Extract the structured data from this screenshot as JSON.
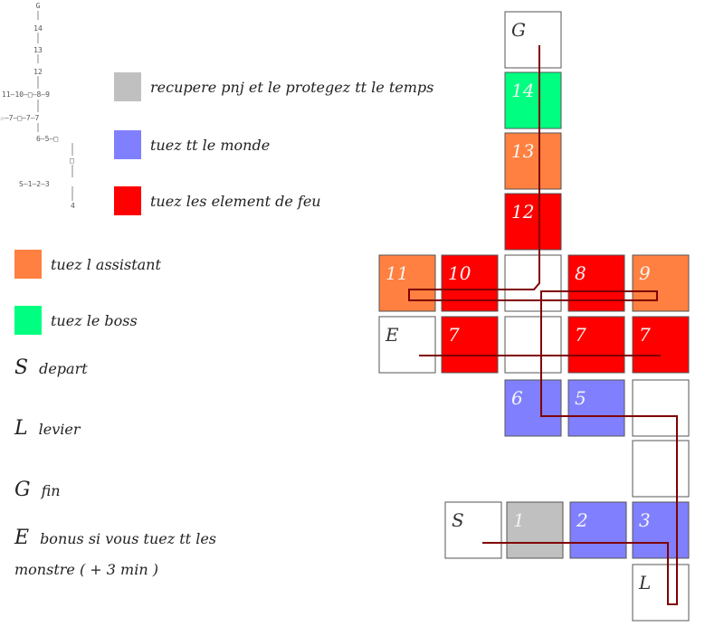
{
  "schema": {
    "labels": [
      "G",
      "14",
      "13",
      "12",
      "11—10—□—8—9",
      "☆—7—□—7—7",
      "6—5—□",
      "□",
      "S—1—2—3",
      "4"
    ]
  },
  "legend": [
    {
      "color": "#c0c0c0",
      "text": "recupere pnj et le protegez tt le temps"
    },
    {
      "color": "#8080ff",
      "text": "tuez tt le monde"
    },
    {
      "color": "#ff0000",
      "text": "tuez les element de feu"
    },
    {
      "color": "#ff8040",
      "text": "tuez l assistant"
    },
    {
      "color": "#00ff80",
      "text": "tuez le boss"
    }
  ],
  "symbols": [
    {
      "letter": "S",
      "text": "depart"
    },
    {
      "letter": "L",
      "text": "levier"
    },
    {
      "letter": "G",
      "text": "fin"
    },
    {
      "letter": "E",
      "text": "bonus si vous tuez tt les"
    },
    {
      "letter": "",
      "text": "monstre ( + 3 min )"
    }
  ],
  "map": {
    "colors": {
      "gray": "#c0c0c0",
      "blue": "#8080ff",
      "red": "#ff0000",
      "orange": "#ff8040",
      "green": "#00ff80",
      "white": "#ffffff",
      "path": "#800000"
    },
    "cells": [
      {
        "label": "G",
        "fill": "white"
      },
      {
        "label": "14",
        "fill": "green"
      },
      {
        "label": "13",
        "fill": "orange"
      },
      {
        "label": "12",
        "fill": "red"
      },
      {
        "label": "11",
        "fill": "orange"
      },
      {
        "label": "10",
        "fill": "red"
      },
      {
        "label": "",
        "fill": "white"
      },
      {
        "label": "8",
        "fill": "red"
      },
      {
        "label": "9",
        "fill": "orange"
      },
      {
        "label": "E",
        "fill": "white"
      },
      {
        "label": "7",
        "fill": "red"
      },
      {
        "label": "",
        "fill": "white"
      },
      {
        "label": "7",
        "fill": "red"
      },
      {
        "label": "7",
        "fill": "red"
      },
      {
        "label": "6",
        "fill": "blue"
      },
      {
        "label": "5",
        "fill": "blue"
      },
      {
        "label": "",
        "fill": "white"
      },
      {
        "label": "",
        "fill": "white"
      },
      {
        "label": "S",
        "fill": "white"
      },
      {
        "label": "1",
        "fill": "gray"
      },
      {
        "label": "2",
        "fill": "blue"
      },
      {
        "label": "3",
        "fill": "blue"
      },
      {
        "label": "L",
        "fill": "white"
      }
    ]
  }
}
